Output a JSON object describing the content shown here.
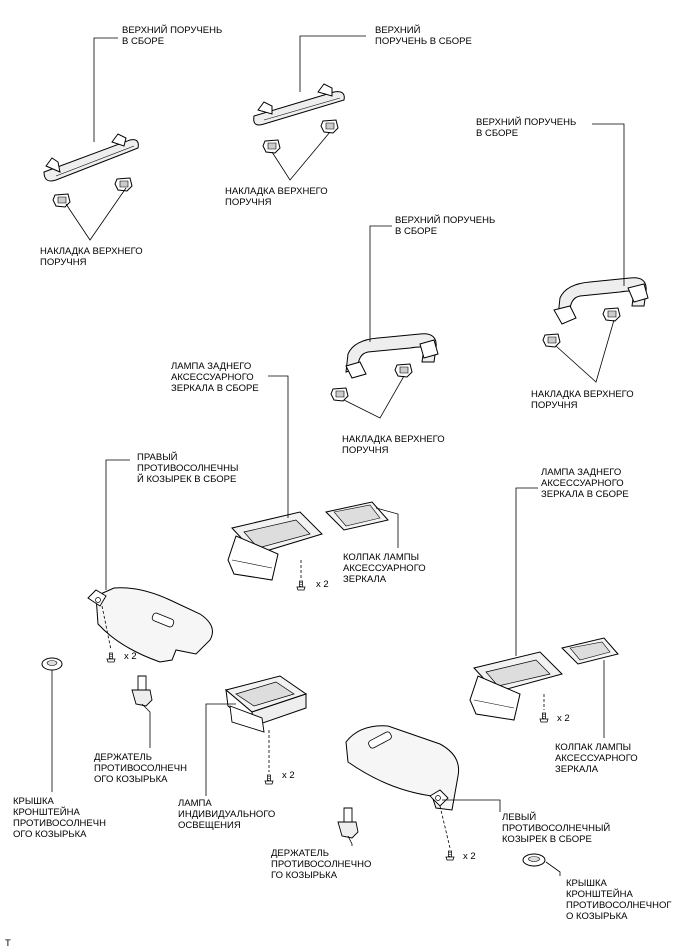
{
  "labels": {
    "handle_tl": "ВЕРХНИЙ ПОРУЧЕНЬ\nВ СБОРЕ",
    "cover_tl": "НАКЛАДКА ВЕРХНЕГО\nПОРУЧНЯ",
    "handle_tc": "ВЕРХНИЙ\nПОРУЧЕНЬ В СБОРЕ",
    "cover_tc": "НАКЛАДКА ВЕРХНЕГО\nПОРУЧНЯ",
    "handle_r": "ВЕРХНИЙ ПОРУЧЕНЬ\nВ СБОРЕ",
    "cover_r": "НАКЛАДКА ВЕРХНЕГО\nПОРУЧНЯ",
    "handle_c": "ВЕРХНИЙ ПОРУЧЕНЬ\nВ СБОРЕ",
    "cover_c": "НАКЛАДКА ВЕРХНЕГО\nПОРУЧНЯ",
    "mirror_lamp_c": "ЛАМПА ЗАДНЕГО\nАКСЕССУАРНОГО\nЗЕРКАЛА В СБОРЕ",
    "lamp_cap_c": "КОЛПАК ЛАМПЫ\nАКСЕССУАРНОГО\nЗЕРКАЛА",
    "visor_right": "ПРАВЫЙ\nПРОТИВОСОЛНЕЧНЫ\nЙ КОЗЫРЕК В СБОРЕ",
    "holder_left": "ДЕРЖАТЕЛЬ\nПРОТИВОСОЛНЕЧН\nОГО КОЗЫРЬКА",
    "bracket_cover_left": "КРЫШКА\nКРОНШТЕЙНА\nПРОТИВОСОЛНЕЧН\nОГО КОЗЫРЬКА",
    "personal_lamp": "ЛАМПА\nИНДИВИДУАЛЬНОГО\nОСВЕЩЕНИЯ",
    "mirror_lamp_r": "ЛАМПА ЗАДНЕГО\nАКСЕССУАРНОГО\nЗЕРКАЛА В СБОРЕ",
    "lamp_cap_r": "КОЛПАК ЛАМПЫ\nАКСЕССУАРНОГО\nЗЕРКАЛА",
    "visor_left": "ЛЕВЫЙ\nПРОТИВОСОЛНЕЧНЫЙ\nКОЗЫРЕК В СБОРЕ",
    "holder_bottom": "ДЕРЖАТЕЛЬ\nПРОТИВОСОЛНЕЧНО\nГО КОЗЫРЬКА",
    "bracket_cover_right": "КРЫШКА\nКРОНШТЕЙНА\nПРОТИВОСОЛНЕЧНОГ\nО КОЗЫРЬКА",
    "corner": "T"
  },
  "quantities": {
    "screws_mirror_c": "x 2",
    "screws_visor_r": "x 2",
    "screws_personal_lamp": "x 2",
    "screws_mirror_r": "x 2",
    "screws_visor_l": "x 2"
  }
}
